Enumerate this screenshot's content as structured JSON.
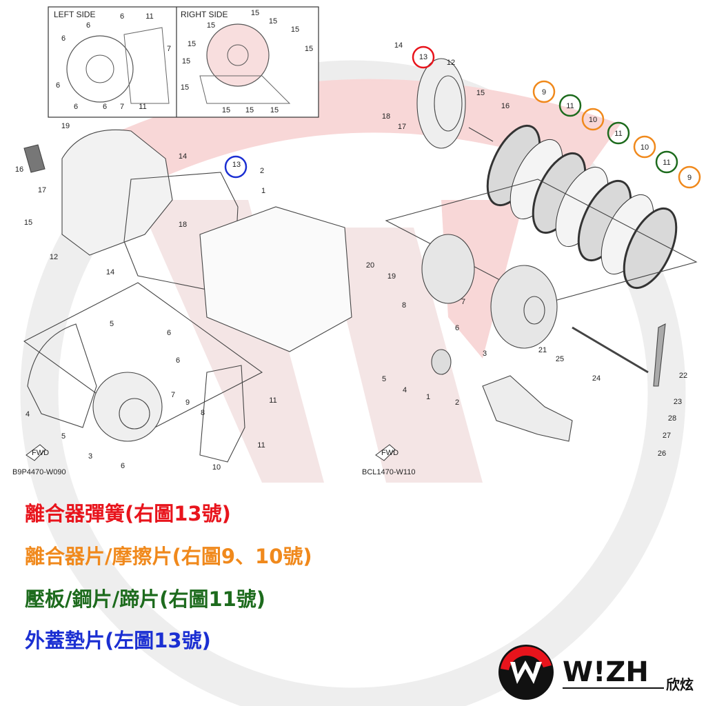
{
  "inset": {
    "left_title": "LEFT SIDE",
    "right_title": "RIGHT SIDE",
    "left_labels": [
      "6",
      "6",
      "11",
      "6",
      "7",
      "6",
      "6",
      "6",
      "7",
      "11"
    ],
    "right_labels": [
      "15",
      "15",
      "15",
      "15",
      "15",
      "15",
      "15",
      "15",
      "15",
      "15",
      "15"
    ]
  },
  "left_diagram": {
    "labels": [
      "19",
      "16",
      "17",
      "15",
      "12",
      "14",
      "13",
      "2",
      "1",
      "18",
      "14",
      "5",
      "6",
      "6",
      "7",
      "9",
      "8",
      "4",
      "5",
      "3",
      "6",
      "11",
      "11",
      "10"
    ],
    "code": "B9P4470-W090",
    "fwd": "FWD"
  },
  "right_diagram": {
    "labels": [
      "14",
      "13",
      "12",
      "15",
      "16",
      "18",
      "17",
      "9",
      "11",
      "10",
      "11",
      "10",
      "11",
      "9",
      "20",
      "19",
      "8",
      "7",
      "6",
      "21",
      "25",
      "3",
      "5",
      "4",
      "1",
      "2",
      "24",
      "22",
      "23",
      "28",
      "27",
      "26"
    ],
    "code": "BCL1470-W110",
    "fwd": "FWD"
  },
  "captions": [
    {
      "text": "離合器彈簧(右圖13號)",
      "color": "#e8141c"
    },
    {
      "text": "離合器片/摩擦片(右圖9、10號)",
      "color": "#f0891c"
    },
    {
      "text": "壓板/鋼片/蹄片(右圖11號)",
      "color": "#1d6b1d"
    },
    {
      "text": "外蓋墊片(左圖13號)",
      "color": "#1b2fd2"
    }
  ],
  "highlight_colors": {
    "red": "#e8141c",
    "orange": "#f0891c",
    "green": "#1d6b1d",
    "blue": "#1b2fd2"
  },
  "logo": {
    "brand": "W!ZH",
    "chinese": "欣炫"
  }
}
